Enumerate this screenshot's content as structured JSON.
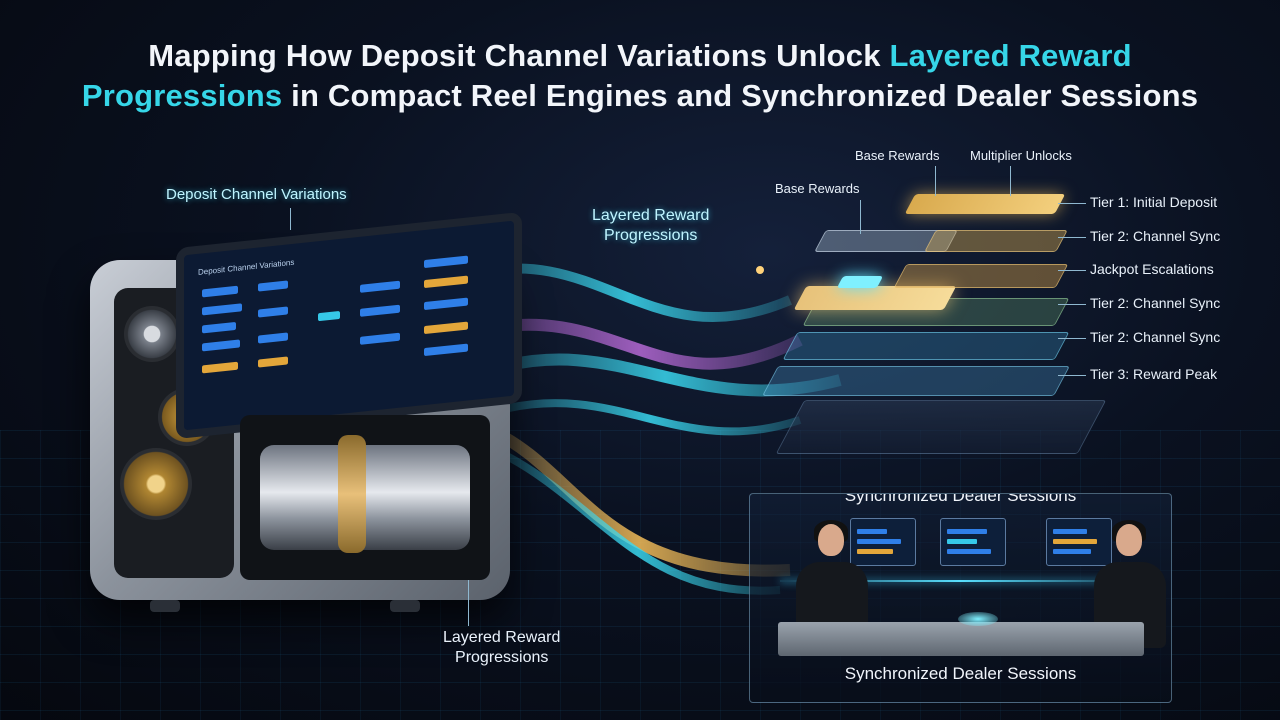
{
  "title": {
    "line1_start": "Mapping How Deposit Channel Variations Unlock ",
    "line1_accent": "Layered Reward",
    "line2_accent": "Progressions",
    "line2_end": " in Compact Reel Engines and Synchronized Dealer Sessions"
  },
  "machine": {
    "label": "Deposit Channel Variations",
    "screen_title": "Deposit Channel Variations"
  },
  "flow_labels": {
    "upper": "Layered Reward\nProgressions",
    "upper_line1": "Layered Reward",
    "upper_line2": "Progressions",
    "lower_line1": "Layered Reward",
    "lower_line2": "Progressions"
  },
  "stack": {
    "top_labels": {
      "base_rewards_top": "Base Rewards",
      "multiplier_unlocks": "Multiplier Unlocks",
      "base_rewards_left": "Base Rewards"
    },
    "tiers": [
      "Tier 1: Initial Deposit",
      "Tier 2: Channel Sync",
      "Jackpot Escalations",
      "Tier 2: Channel Sync",
      "Tier 2: Channel Sync",
      "Tier 3: Reward Peak"
    ]
  },
  "dealer": {
    "title_top": "Synchronized Dealer Sessions",
    "title_bottom": "Synchronized Dealer Sessions"
  },
  "colors": {
    "accent": "#36d6e8",
    "gold": "#e3b24c",
    "cyan_glow": "#59e0ff"
  }
}
